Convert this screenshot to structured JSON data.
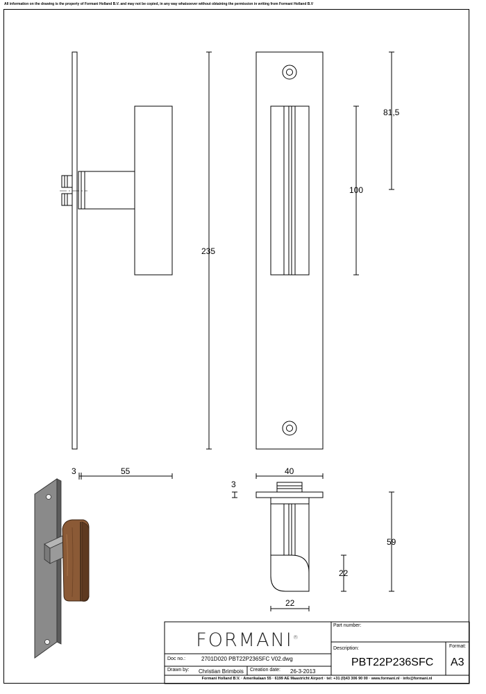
{
  "notice": "All information on the drawing is the property of Formani Holland B.V. and may not be copied, in any way whatsoever without obtaining the permission in writing from Formani Holland B.V",
  "dimensions": {
    "total_height": "235",
    "top_offset": "81,5",
    "handle_height": "100",
    "plate_thickness": "3",
    "handle_projection": "55",
    "plate_width": "40",
    "rose_thickness": "3",
    "handle_depth": "59",
    "grip_radius": "22",
    "grip_width": "22"
  },
  "title_block": {
    "logo": "FORMANI",
    "logo_mark": "®",
    "part_number_label": "Part number:",
    "description_label": "Description:",
    "description": "PBT22P236SFC",
    "format_label": "Format:",
    "format": "A3",
    "doc_no_label": "Doc no.:",
    "doc_no": "2701D020 PBT22P236SFC V02.dwg",
    "drawn_by_label": "Drawn by:",
    "drawn_by": "Christian Brimbois",
    "creation_date_label": "Creation date:",
    "creation_date": "26-3-2013",
    "footer": "Formani Holland B.V. · Amerikalaan 55 · 6199 AE Maastricht Airport · tel: +31 (0)43 306 90 00 · www.formani.nl · info@formani.nl"
  },
  "colors": {
    "line": "#000000",
    "plate_fill": "#8a8a8a",
    "wood_fill": "#8b5a36",
    "wood_dark": "#5e3a20"
  }
}
